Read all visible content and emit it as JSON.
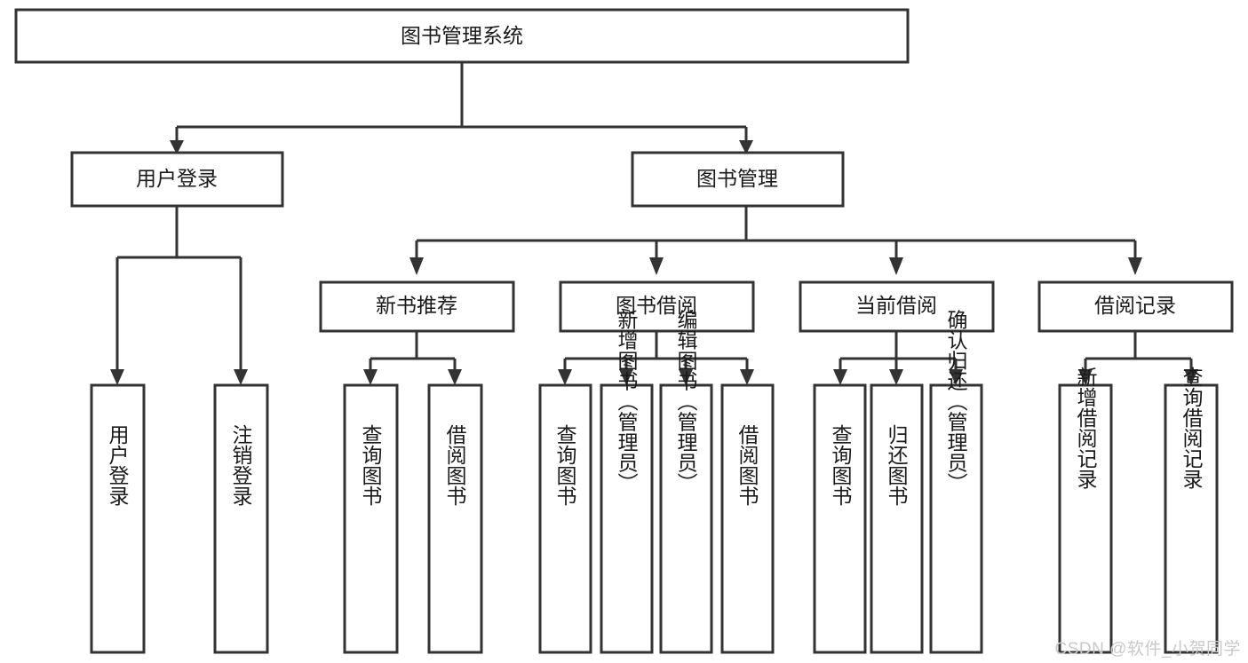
{
  "diagram": {
    "type": "hierarchy-tree",
    "title": "图书管理系统",
    "watermark": "CSDN @软件_小贺同学",
    "colors": {
      "stroke": "#333333",
      "fill": "#ffffff",
      "text": "#1a1a1a",
      "watermark": "#c9c9c9",
      "background": "#ffffff"
    },
    "levels": {
      "root": {
        "label": "图书管理系统"
      },
      "level2": [
        {
          "label": "用户登录"
        },
        {
          "label": "图书管理"
        }
      ],
      "level3": [
        {
          "label": "新书推荐"
        },
        {
          "label": "图书借阅"
        },
        {
          "label": "当前借阅"
        },
        {
          "label": "借阅记录"
        }
      ]
    },
    "groups": [
      {
        "parent": "用户登录",
        "leaves": [
          {
            "label": "用户登录"
          },
          {
            "label": "注销登录"
          }
        ]
      },
      {
        "parent": "新书推荐",
        "leaves": [
          {
            "label": "查询图书"
          },
          {
            "label": "借阅图书"
          }
        ]
      },
      {
        "parent": "图书借阅",
        "leaves": [
          {
            "label": "查询图书"
          },
          {
            "label": "新增图书（管理员）"
          },
          {
            "label": "编辑图书（管理员）"
          },
          {
            "label": "借阅图书"
          }
        ]
      },
      {
        "parent": "当前借阅",
        "leaves": [
          {
            "label": "查询图书"
          },
          {
            "label": "归还图书"
          },
          {
            "label": "确认归还（管理员）"
          }
        ]
      },
      {
        "parent": "借阅记录",
        "leaves": [
          {
            "label": "新增借阅记录"
          },
          {
            "label": "查询借阅记录"
          }
        ]
      }
    ]
  }
}
